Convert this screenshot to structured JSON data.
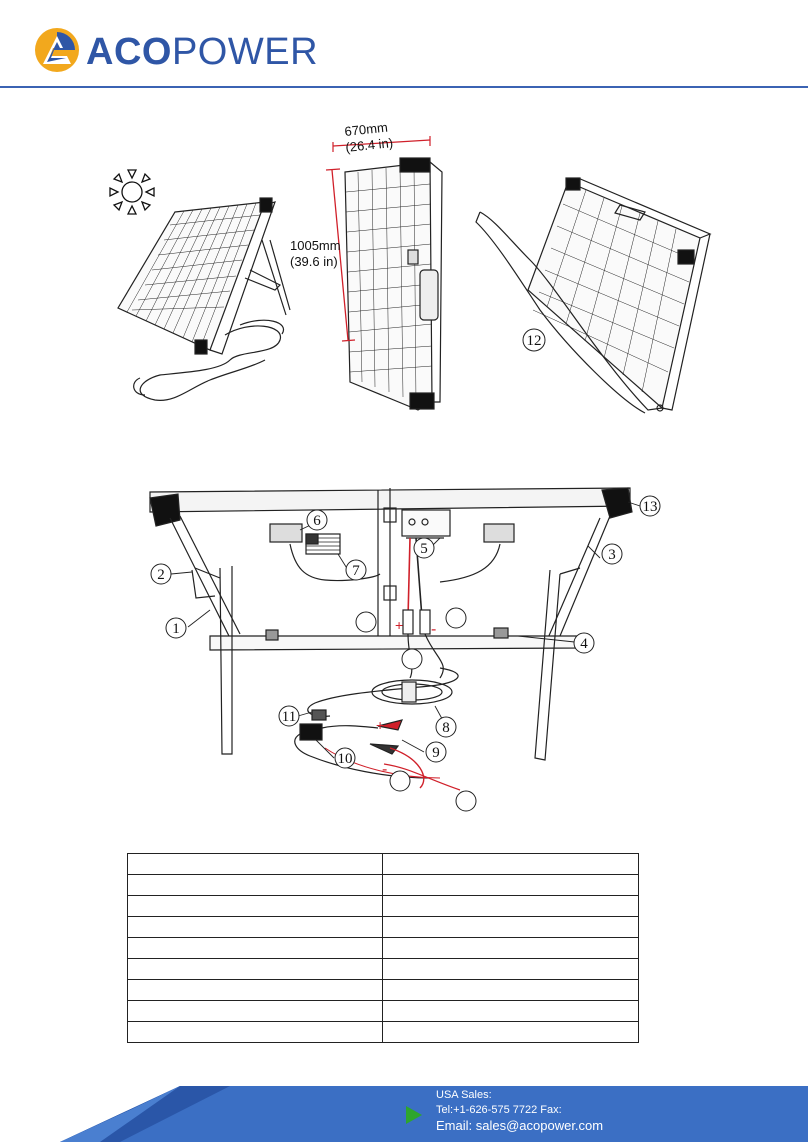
{
  "brand": {
    "name_bold": "ACO",
    "name_light": "POWER",
    "color": "#2f56a6"
  },
  "dimensions": {
    "width_mm": "670mm",
    "width_in": "(26.4 in)",
    "height_mm": "1005mm",
    "height_in": "(39.6 in)"
  },
  "callouts": [
    "1",
    "2",
    "3",
    "4",
    "5",
    "6",
    "7",
    "8",
    "9",
    "10",
    "11",
    "12",
    "13"
  ],
  "polarity": {
    "plus": "+",
    "minus": "-"
  },
  "parts_table": {
    "rows": [
      [
        "",
        ""
      ],
      [
        "",
        ""
      ],
      [
        "",
        ""
      ],
      [
        "",
        ""
      ],
      [
        "",
        ""
      ],
      [
        "",
        ""
      ],
      [
        "",
        ""
      ],
      [
        "",
        ""
      ],
      [
        "",
        ""
      ]
    ]
  },
  "footer": {
    "title": "USA Sales:",
    "tel": "Tel:+1-626-575 7722    Fax:",
    "email": "Email: sales@acopower.com",
    "bar_color": "#3b6fc4",
    "accent_color": "#2ea52e"
  }
}
